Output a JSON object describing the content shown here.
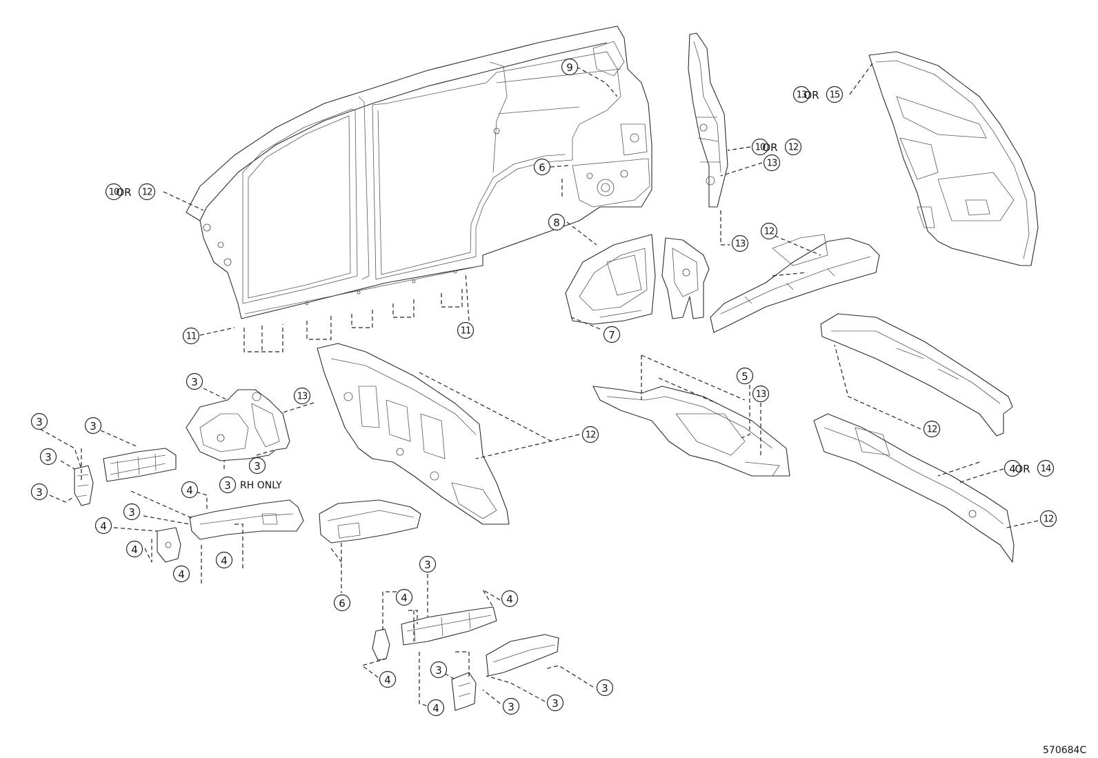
{
  "diagram": {
    "reference_code": "570684C",
    "rh_only_note": "RH ONLY",
    "or_word": "OR",
    "callouts": [
      {
        "id": "c-10-or-12-a",
        "a": "10",
        "b": "12"
      },
      {
        "id": "c-11-a",
        "a": "11"
      },
      {
        "id": "c-11-b",
        "a": "11"
      },
      {
        "id": "c-9",
        "a": "9"
      },
      {
        "id": "c-6-a",
        "a": "6"
      },
      {
        "id": "c-8",
        "a": "8"
      },
      {
        "id": "c-7",
        "a": "7"
      },
      {
        "id": "c-10-or-12-b",
        "a": "10",
        "b": "12"
      },
      {
        "id": "c-13-a",
        "a": "13"
      },
      {
        "id": "c-13-b",
        "a": "13"
      },
      {
        "id": "c-13-or-15",
        "a": "13",
        "b": "15"
      },
      {
        "id": "c-12-a",
        "a": "12"
      },
      {
        "id": "c-3-a",
        "a": "3"
      },
      {
        "id": "c-13-c",
        "a": "13"
      },
      {
        "id": "c-3-b",
        "a": "3"
      },
      {
        "id": "c-3-c",
        "a": "3"
      },
      {
        "id": "c-3-rh",
        "a": "3"
      },
      {
        "id": "c-3-d",
        "a": "3"
      },
      {
        "id": "c-3-e",
        "a": "3"
      },
      {
        "id": "c-3-f",
        "a": "3"
      },
      {
        "id": "c-3-g",
        "a": "3"
      },
      {
        "id": "c-4-a",
        "a": "4"
      },
      {
        "id": "c-4-b",
        "a": "4"
      },
      {
        "id": "c-4-c",
        "a": "4"
      },
      {
        "id": "c-4-d",
        "a": "4"
      },
      {
        "id": "c-4-e",
        "a": "4"
      },
      {
        "id": "c-12-b",
        "a": "12"
      },
      {
        "id": "c-6-b",
        "a": "6"
      },
      {
        "id": "c-5",
        "a": "5"
      },
      {
        "id": "c-13-d",
        "a": "13"
      },
      {
        "id": "c-12-c",
        "a": "12"
      },
      {
        "id": "c-4-or-14",
        "a": "4",
        "b": "14"
      },
      {
        "id": "c-12-d",
        "a": "12"
      },
      {
        "id": "c-3-h",
        "a": "3"
      },
      {
        "id": "c-4-f",
        "a": "4"
      },
      {
        "id": "c-4-g",
        "a": "4"
      },
      {
        "id": "c-3-i",
        "a": "3"
      },
      {
        "id": "c-3-j",
        "a": "3"
      },
      {
        "id": "c-3-k",
        "a": "3"
      },
      {
        "id": "c-3-l",
        "a": "3"
      },
      {
        "id": "c-4-h",
        "a": "4"
      },
      {
        "id": "c-4-i",
        "a": "4"
      }
    ]
  }
}
